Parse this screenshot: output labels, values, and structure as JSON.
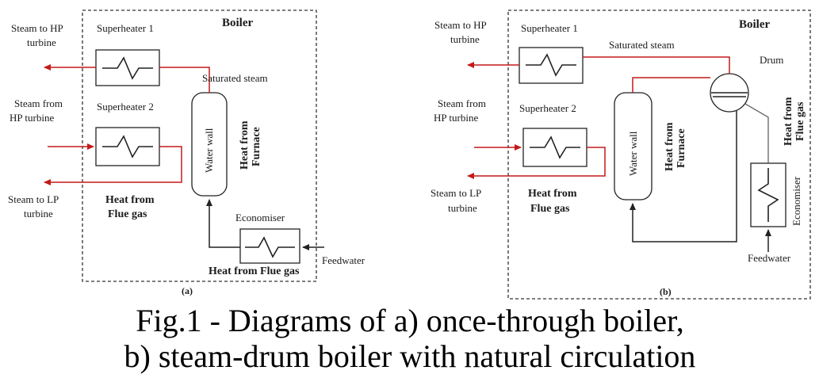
{
  "figure_a": {
    "title": "Boiler",
    "superheater1": "Superheater 1",
    "superheater2": "Superheater 2",
    "steam_to_hp": [
      "Steam to HP",
      "turbine"
    ],
    "steam_from_hp": [
      "Steam from",
      "HP turbine"
    ],
    "steam_to_lp": [
      "Steam to LP",
      "turbine"
    ],
    "saturated_steam": "Saturated steam",
    "water_wall": "Water wall",
    "heat_from_furnace": [
      "Heat from",
      "Furnace"
    ],
    "heat_from_flue": [
      "Heat from",
      "Flue gas"
    ],
    "economiser": "Economiser",
    "heat_from_flue_gas": "Heat from Flue gas",
    "feedwater": "Feedwater",
    "sublabel": "(a)"
  },
  "figure_b": {
    "title": "Boiler",
    "superheater1": "Superheater 1",
    "superheater2": "Superheater 2",
    "steam_to_hp": [
      "Steam to HP",
      "turbine"
    ],
    "steam_from_hp": [
      "Steam from",
      "HP turbine"
    ],
    "steam_to_lp": [
      "Steam to LP",
      "turbine"
    ],
    "saturated_steam": "Saturated steam",
    "drum": "Drum",
    "water_wall": "Water wall",
    "heat_from_furnace": [
      "Heat from",
      "Furnace"
    ],
    "heat_from_flue_vertical": [
      "Heat from",
      "Flue gas"
    ],
    "heat_from_flue": [
      "Heat from",
      "Flue gas"
    ],
    "economiser": "Economiser",
    "feedwater": "Feedwater",
    "sublabel": "(b)"
  },
  "caption": {
    "line1": "Fig.1 - Diagrams of  a) once-through boiler,",
    "line2": "b) steam-drum boiler with natural circulation"
  }
}
